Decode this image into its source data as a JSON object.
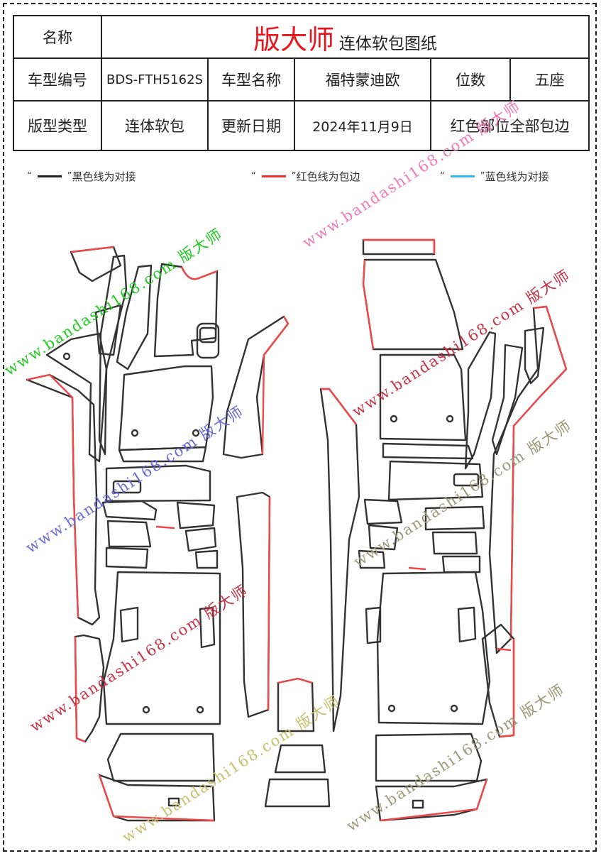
{
  "header": {
    "name_label": "名称",
    "brand": "版大师",
    "doc_title": "连体软包图纸",
    "model_code_label": "车型编号",
    "model_code": "BDS-FTH5162S",
    "model_name_label": "车型名称",
    "model_name": "福特蒙迪欧",
    "seats_label": "位数",
    "seats": "五座",
    "type_label": "版型类型",
    "type": "连体软包",
    "date_label": "更新日期",
    "date": "2024年11月9日",
    "note": "红色部位全部包边"
  },
  "legend": [
    {
      "text": "黑色线为对接",
      "color": "#222222"
    },
    {
      "text": "红色线为包边",
      "color": "#f03030"
    },
    {
      "text": "蓝色线为对接",
      "color": "#35b8f0"
    }
  ],
  "watermark_text": "www.bandashi168.com 版大师",
  "colors": {
    "outline": "#333333",
    "hem": "#f04848",
    "brand": "#e8161c",
    "wm_green": "#22cc22",
    "wm_pink": "#f07ab8",
    "wm_red": "#c83246",
    "wm_blue": "#6b6bd8",
    "wm_gray": "#9a9a78"
  }
}
